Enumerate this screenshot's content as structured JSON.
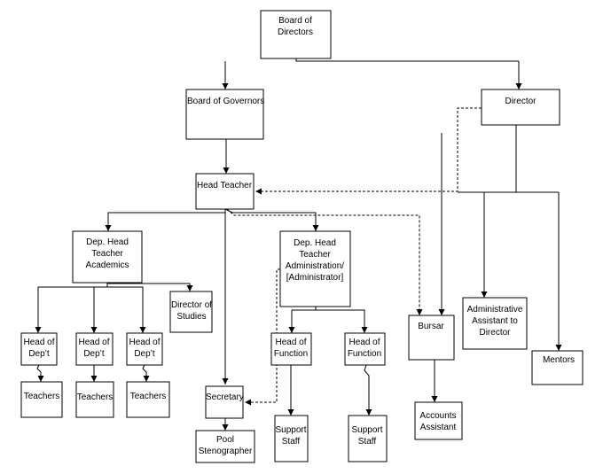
{
  "org_chart": {
    "nodes": {
      "board_of_directors": [
        "Board of",
        "Directors"
      ],
      "board_of_governors": [
        "Board of Governors"
      ],
      "director": [
        "Director"
      ],
      "head_teacher": [
        "Head Teacher"
      ],
      "dep_head_academics": [
        "Dep. Head",
        "Teacher",
        "Academics"
      ],
      "dep_head_admin": [
        "Dep. Head",
        "Teacher",
        "Administration/",
        "[Administrator]"
      ],
      "director_of_studies": [
        "Director of",
        "Studies"
      ],
      "head_of_dept_1": [
        "Head of",
        "Dep’t"
      ],
      "head_of_dept_2": [
        "Head of",
        "Dep’t"
      ],
      "head_of_dept_3": [
        "Head of",
        "Dep’t"
      ],
      "teachers_1": [
        "Teachers"
      ],
      "teachers_2": [
        "Teachers"
      ],
      "teachers_3": [
        "Teachers"
      ],
      "secretary": [
        "Secretary"
      ],
      "pool_stenographer": [
        "Pool",
        "Stenographer"
      ],
      "head_of_function_1": [
        "Head of",
        "Function"
      ],
      "head_of_function_2": [
        "Head of",
        "Function"
      ],
      "support_staff_1": [
        "Support",
        "Staff"
      ],
      "support_staff_2": [
        "Support",
        "Staff"
      ],
      "bursar": [
        "Bursar"
      ],
      "accounts_assistant": [
        "Accounts",
        "Assistant"
      ],
      "admin_assistant_to_director": [
        "Administrative",
        "Assistant to",
        "Director"
      ],
      "mentors": [
        "Mentors"
      ]
    }
  }
}
